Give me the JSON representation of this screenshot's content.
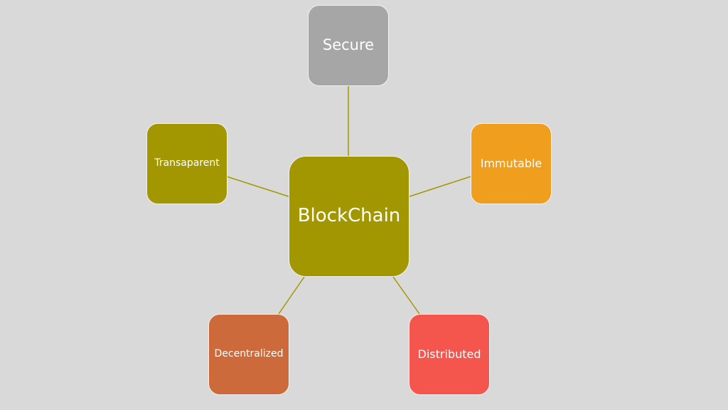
{
  "diagram": {
    "center": {
      "label": "BlockChain",
      "color": "#a29700"
    },
    "nodes": [
      {
        "label": "Secure",
        "color": "#a6a6a6"
      },
      {
        "label": "Transaparent",
        "color": "#a29700"
      },
      {
        "label": "Immutable",
        "color": "#f09e1d"
      },
      {
        "label": "Decentralized",
        "color": "#cd6a3b"
      },
      {
        "label": "Distributed",
        "color": "#f4554d"
      }
    ],
    "link_color": "#a29700"
  }
}
